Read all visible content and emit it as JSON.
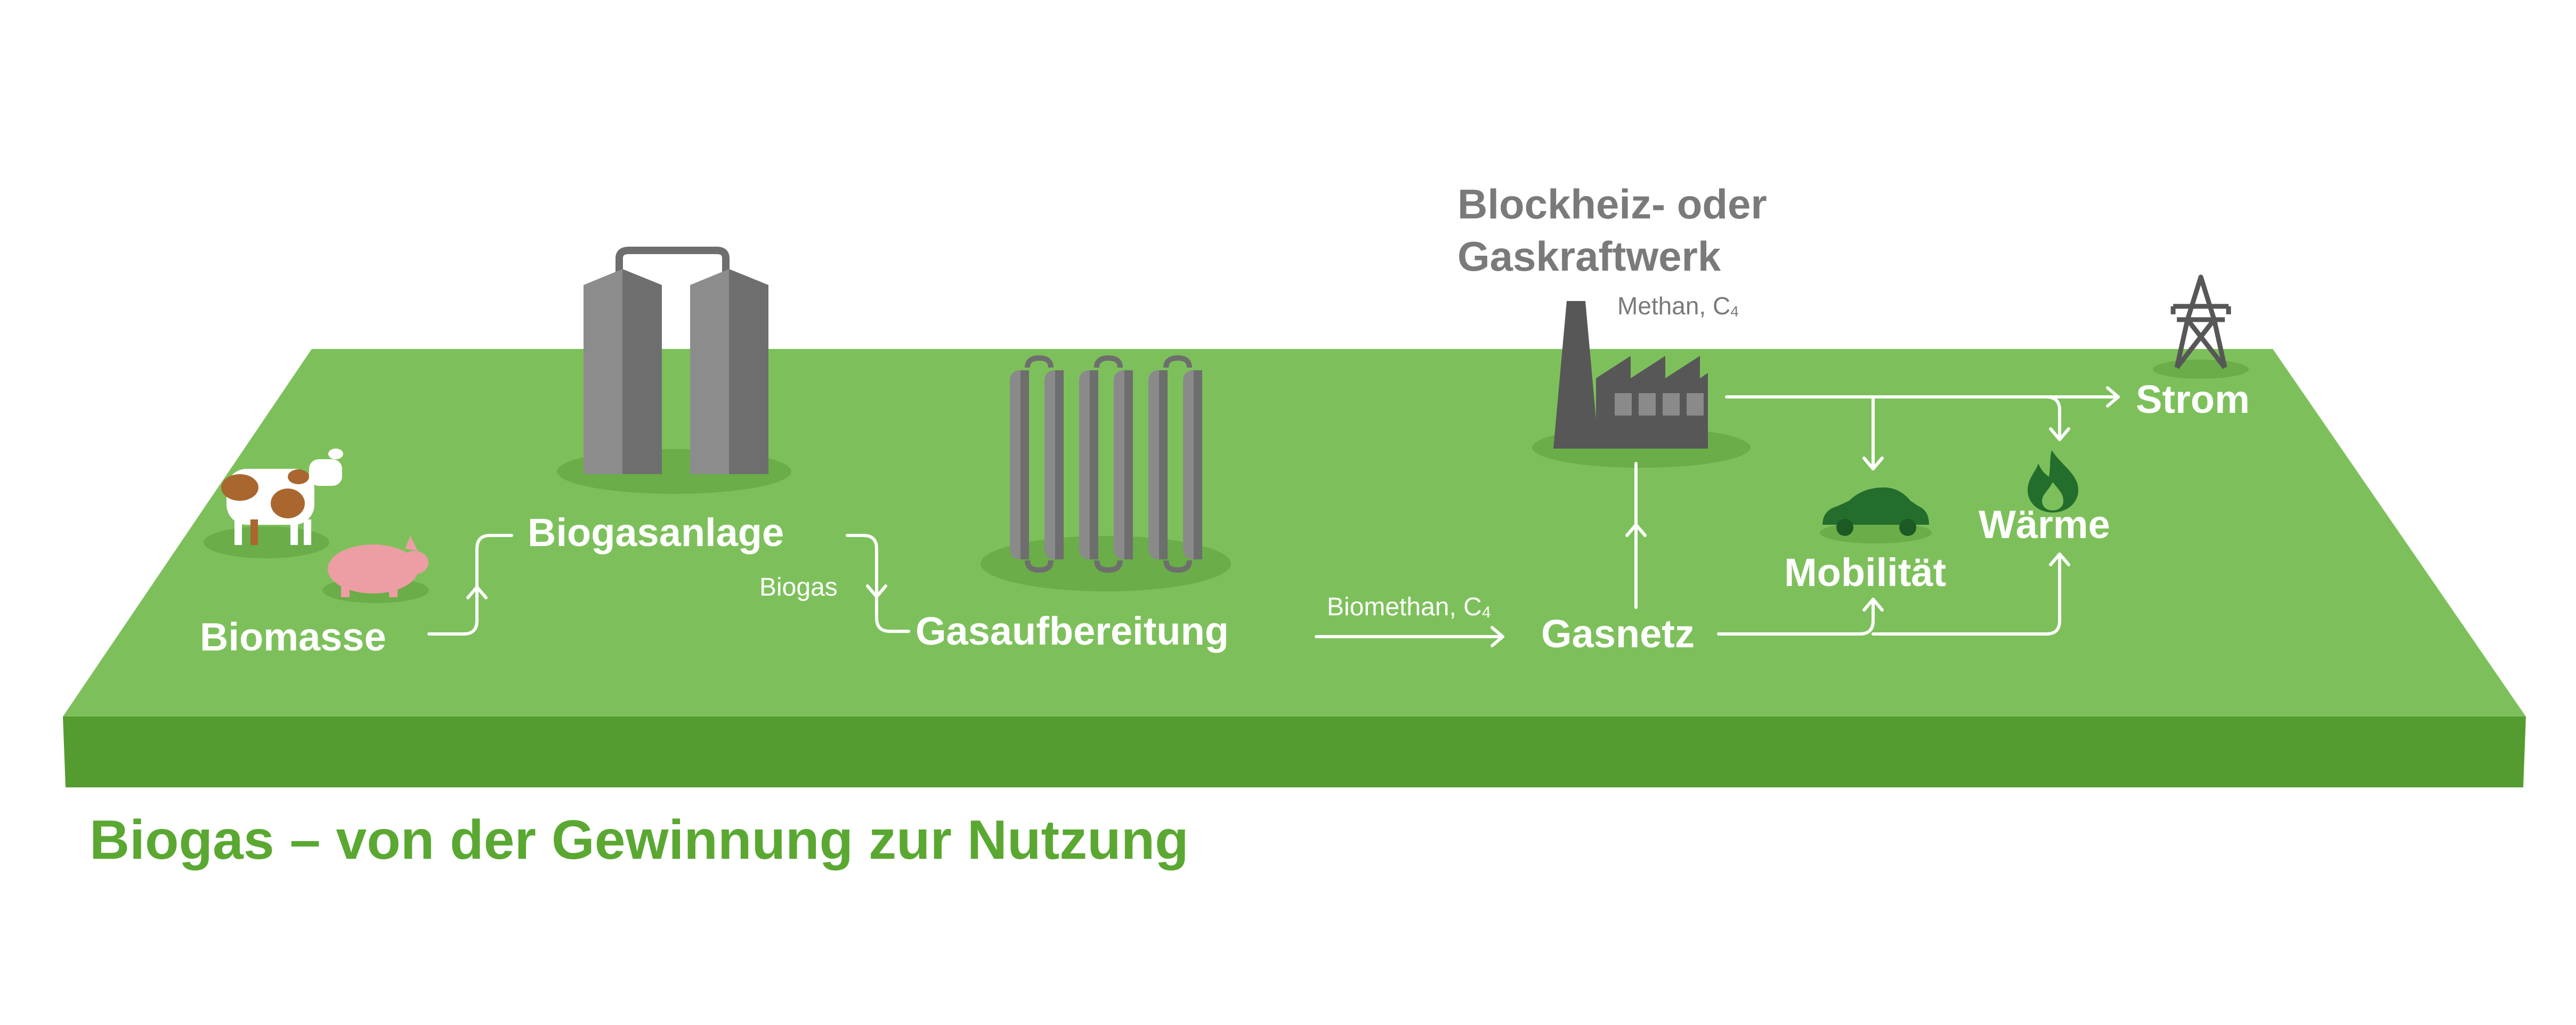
{
  "colors": {
    "platform_top": "#7dc05b",
    "platform_side": "#559c30",
    "shadow": "#6aad49",
    "machine": "#7a7a7a",
    "title": "#5aa832"
  },
  "nodes": {
    "biomasse": "Biomasse",
    "biogasanlage": "Biogasanlage",
    "gasaufbereitung": "Gasaufbereitung",
    "gasnetz": "Gasnetz",
    "kraftwerk_line1": "Blockheiz- oder",
    "kraftwerk_line2": "Gaskraftwerk",
    "strom": "Strom",
    "waerme": "Wärme",
    "mobilitaet": "Mobilität"
  },
  "edges": {
    "biogas": "Biogas",
    "biomethan": "Biomethan, C",
    "biomethan_sub": "4",
    "methan": "Methan, C",
    "methan_sub": "4"
  },
  "icons": [
    "cow-icon",
    "pig-icon",
    "silo-icon",
    "gas-upgrading-columns-icon",
    "factory-icon",
    "power-pylon-icon",
    "car-icon",
    "flame-icon"
  ],
  "title": "Biogas – von der Gewinnung zur Nutzung"
}
